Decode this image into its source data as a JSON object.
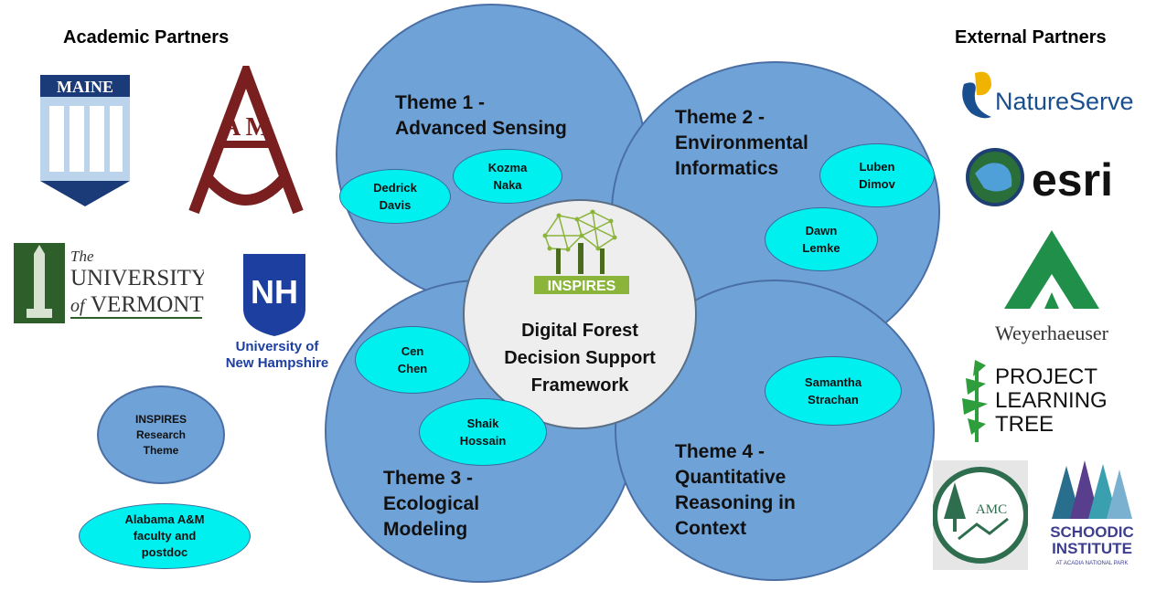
{
  "headings": {
    "academic": "Academic Partners",
    "external": "External Partners"
  },
  "themes": [
    {
      "line1": "Theme 1 -",
      "line2": "Advanced Sensing",
      "line3": ""
    },
    {
      "line1": "Theme 2 -",
      "line2": "Environmental",
      "line3": "Informatics"
    },
    {
      "line1": "Theme 3 -",
      "line2": "Ecological",
      "line3": "Modeling"
    },
    {
      "line1": "Theme 4 -",
      "line2": "Quantitative",
      "line3": "Reasoning in",
      "line4": "Context"
    }
  ],
  "people": [
    {
      "line1": "Dedrick",
      "line2": "Davis"
    },
    {
      "line1": "Kozma",
      "line2": "Naka"
    },
    {
      "line1": "Luben",
      "line2": "Dimov"
    },
    {
      "line1": "Dawn",
      "line2": "Lemke"
    },
    {
      "line1": "Cen",
      "line2": "Chen"
    },
    {
      "line1": "Shaik",
      "line2": "Hossain"
    },
    {
      "line1": "Samantha",
      "line2": "Strachan"
    }
  ],
  "center": {
    "logo_text": "INSPIRES",
    "line1": "Digital Forest",
    "line2": "Decision Support",
    "line3": "Framework"
  },
  "legend": {
    "theme": {
      "line1": "INSPIRES",
      "line2": "Research",
      "line3": "Theme"
    },
    "faculty": {
      "line1": "Alabama A&M",
      "line2": "faculty and",
      "line3": "postdoc"
    }
  },
  "academic_logos": {
    "maine": "MAINE",
    "aamu": "A M",
    "uvm_the": "The",
    "uvm_university": "UNIVERSITY",
    "uvm_of": "of",
    "uvm_vermont": "VERMONT",
    "unh_mark": "NH",
    "unh_line1": "University of",
    "unh_line2": "New Hampshire"
  },
  "external_logos": {
    "natureserve": "NatureServe",
    "esri": "esri",
    "weyerhaeuser": "Weyerhaeuser",
    "plt_line1": "PROJECT",
    "plt_line2": "LEARNING",
    "plt_line3": "TREE",
    "amc": "AMC",
    "schoodic_line1": "SCHOODIC",
    "schoodic_line2": "INSTITUTE",
    "schoodic_line3": "AT ACADIA NATIONAL PARK"
  },
  "colors": {
    "theme_circle": "#6fa3d8",
    "person_bubble": "#00f0f0",
    "center_circle": "#eeeeee",
    "aamu_maroon": "#7a1f1f",
    "uvm_green": "#2e5e2a",
    "unh_blue": "#1d3fa0",
    "inspires_green": "#8ab43a"
  }
}
